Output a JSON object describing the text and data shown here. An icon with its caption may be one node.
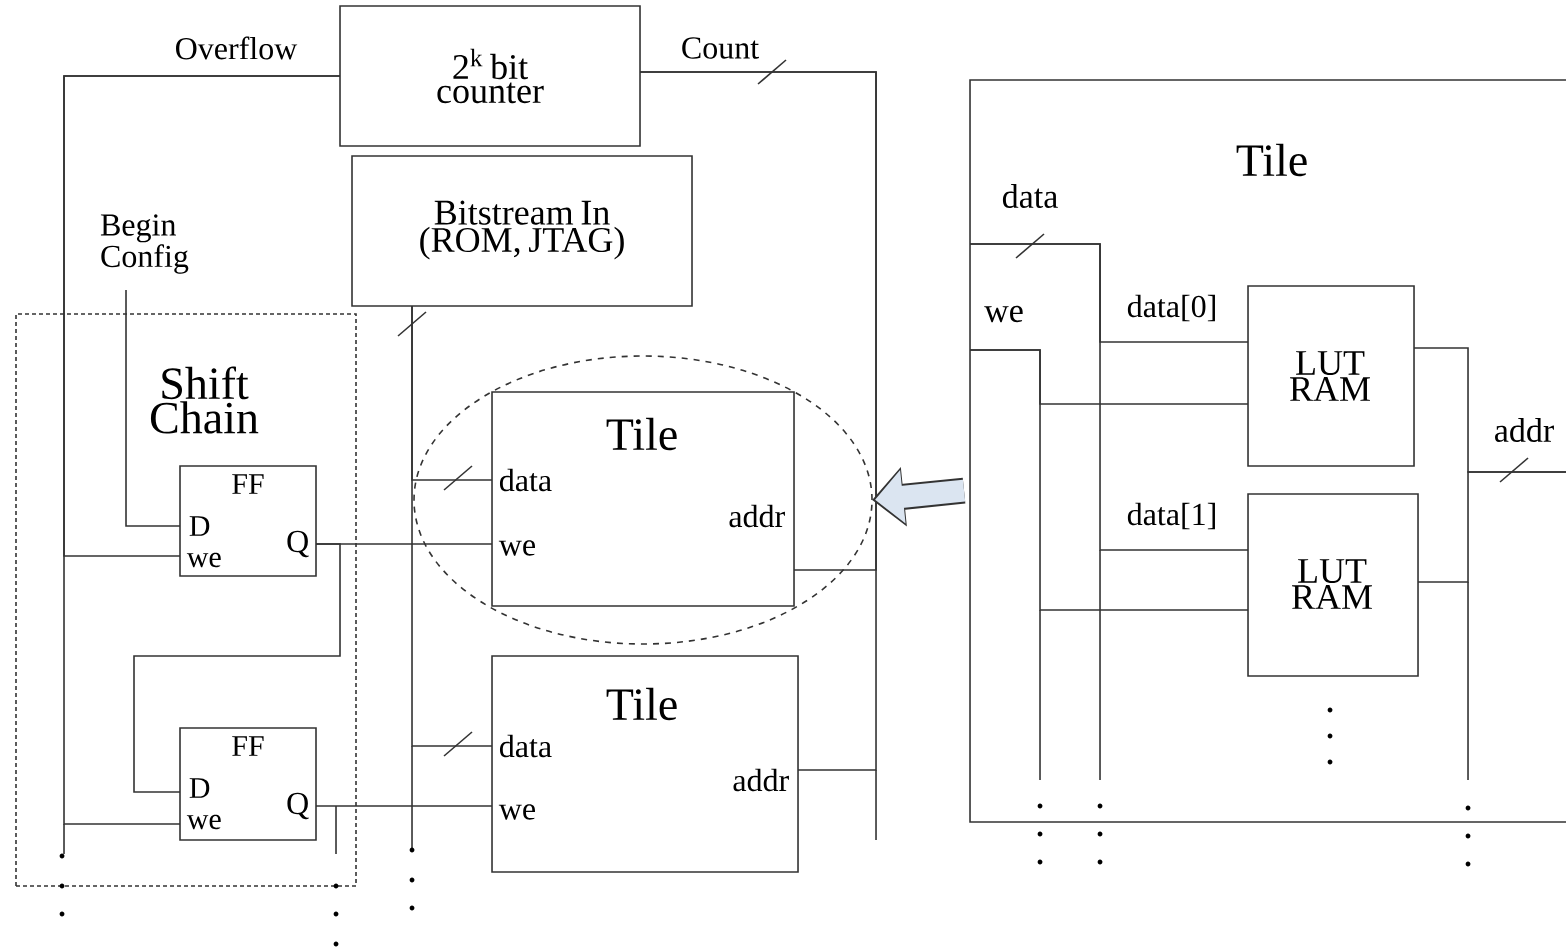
{
  "diagram": {
    "nodes": [
      {
        "text": [
          "2$^{k}$ bit counter"
        ]
      },
      {
        "text": [
          "Bitstream In (ROM, JTAG)"
        ]
      },
      {
        "text": [
          "Shift Chain"
        ]
      },
      {
        "text": [
          "FF",
          "D",
          "we",
          "Q"
        ],
        "in": 2
      },
      {
        "text": [
          "FF",
          "D",
          "we",
          "Q"
        ],
        "in": 2
      },
      {
        "text": [],
        "shape": "ellipse"
      },
      {
        "text": [
          "Tile",
          "data",
          "we",
          "addr"
        ],
        "in": 5
      },
      {
        "text": [
          "Tile",
          "data",
          "we",
          "addr"
        ]
      },
      {
        "text": [
          "Tile"
        ]
      },
      {
        "text": [
          "LUT RAM"
        ],
        "in": 8
      },
      {
        "text": [
          "LUT RAM"
        ],
        "in": 8
      }
    ],
    "edges": [
      {
        "from": 0,
        "to": 3,
        "arrow": "none",
        "label": "Overflow"
      },
      {
        "from": 0,
        "to": 4,
        "arrow": "none"
      },
      {
        "from": null,
        "to": 3,
        "arrow": "none",
        "label": "Begin Config"
      },
      {
        "from": 3,
        "to": 6,
        "arrow": "none"
      },
      {
        "from": 3,
        "to": 4,
        "arrow": "none"
      },
      {
        "from": 4,
        "to": 7,
        "arrow": "none"
      },
      {
        "from": 1,
        "to": 6,
        "arrow": "none"
      },
      {
        "from": 1,
        "to": 7,
        "arrow": "none"
      },
      {
        "from": 6,
        "to": 0,
        "arrow": "none",
        "label": "Count"
      },
      {
        "from": 7,
        "to": 0,
        "arrow": "none"
      },
      {
        "from": 8,
        "to": 5,
        "arrow": "to",
        "style": "thick",
        "color": "#dbe5f1"
      },
      {
        "from": 8,
        "to": 9,
        "arrow": "none",
        "label": "data[0]"
      },
      {
        "from": 8,
        "to": 9,
        "arrow": "none"
      },
      {
        "from": 8,
        "to": 10,
        "arrow": "none",
        "label": "data[1]"
      },
      {
        "from": 8,
        "to": 10,
        "arrow": "none"
      },
      {
        "from": 9,
        "to": null,
        "arrow": "none"
      },
      {
        "from": 10,
        "to": null,
        "arrow": "none"
      }
    ],
    "labels": [
      "data",
      "we",
      "addr"
    ]
  }
}
